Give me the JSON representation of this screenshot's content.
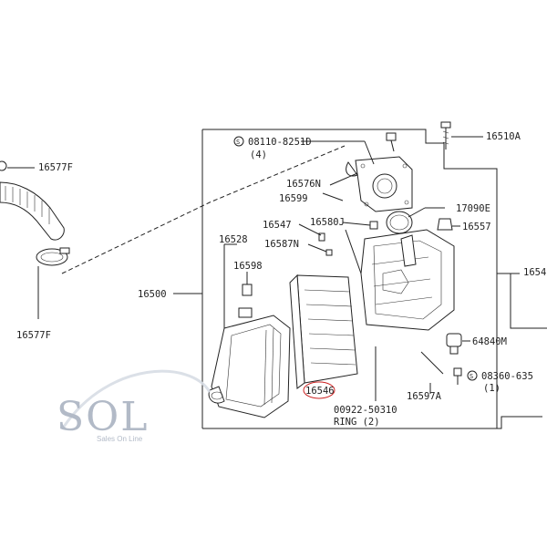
{
  "labels": {
    "hose_top": "16577F",
    "hose_bottom": "16577F",
    "assembly": "16500",
    "bolt_top": "16510A",
    "screw_code": "08110-8251D",
    "screw_qty": "(4)",
    "p16576N": "16576N",
    "p16599": "16599",
    "p17090E": "17090E",
    "p16547": "16547",
    "p16580J": "16580J",
    "p16557": "16557",
    "p16587N": "16587N",
    "p16528": "16528",
    "p16598": "16598",
    "p1654_cut": "1654",
    "p64840M": "64840M",
    "screw2_code": "08360-635",
    "screw2_qty": "(1)",
    "p16546": "16546",
    "ring_code": "00922-50310",
    "ring_name": "RING (2)",
    "p16597A": "16597A"
  },
  "logo": {
    "letters": "SOL",
    "tagline": "Sales On Line"
  },
  "colors": {
    "line": "#222222",
    "logo": "#aab3c2",
    "highlight_circle": "#cc2222"
  }
}
